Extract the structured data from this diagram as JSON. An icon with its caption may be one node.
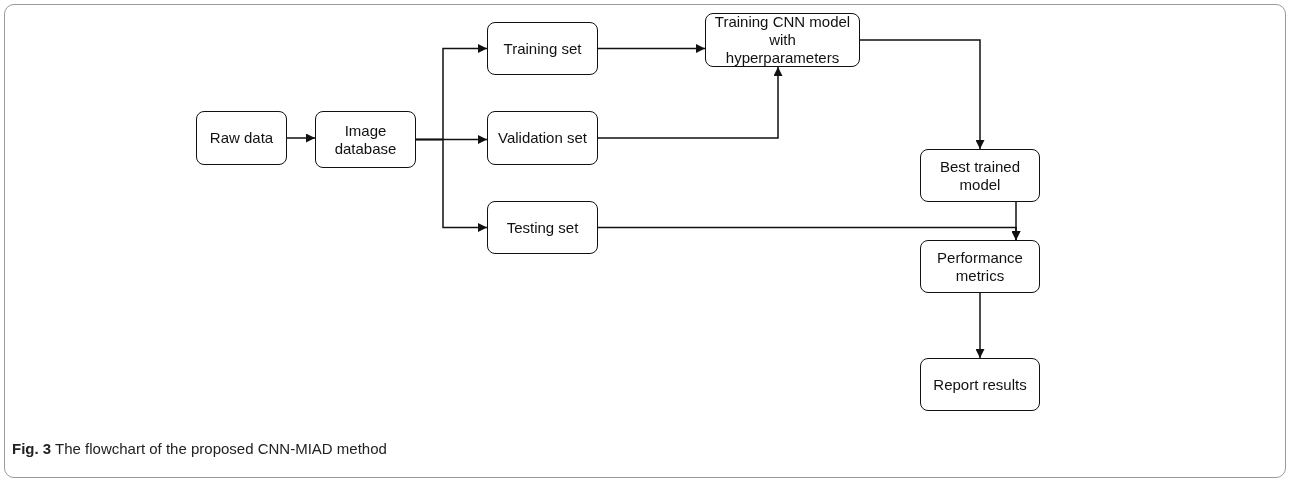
{
  "diagram": {
    "caption": "**Fig. 3** The flowchart of the proposed CNN-MIAD method",
    "nodes": [
      {
        "text": [
          "Raw data"
        ]
      },
      {
        "text": [
          "Image database"
        ]
      },
      {
        "text": [
          "Training set"
        ]
      },
      {
        "text": [
          "Validation set"
        ]
      },
      {
        "text": [
          "Testing set"
        ]
      },
      {
        "text": [
          "Training CNN model with hyperparameters"
        ]
      },
      {
        "text": [
          "Best trained model"
        ]
      },
      {
        "text": [
          "Performance metrics"
        ]
      },
      {
        "text": [
          "Report results"
        ]
      }
    ],
    "edges": [
      {
        "from": 0,
        "to": 1,
        "arrow": "to"
      },
      {
        "from": 1,
        "to": 2,
        "arrow": "to"
      },
      {
        "from": 1,
        "to": 3,
        "arrow": "to"
      },
      {
        "from": 1,
        "to": 4,
        "arrow": "to"
      },
      {
        "from": 2,
        "to": 5,
        "arrow": "to"
      },
      {
        "from": 3,
        "to": 5,
        "arrow": "to"
      },
      {
        "from": 5,
        "to": 6,
        "arrow": "to"
      },
      {
        "from": 6,
        "to": 7,
        "arrow": "to"
      },
      {
        "from": 4,
        "to": 7,
        "arrow": "to"
      },
      {
        "from": 7,
        "to": 8,
        "arrow": "to"
      }
    ]
  }
}
